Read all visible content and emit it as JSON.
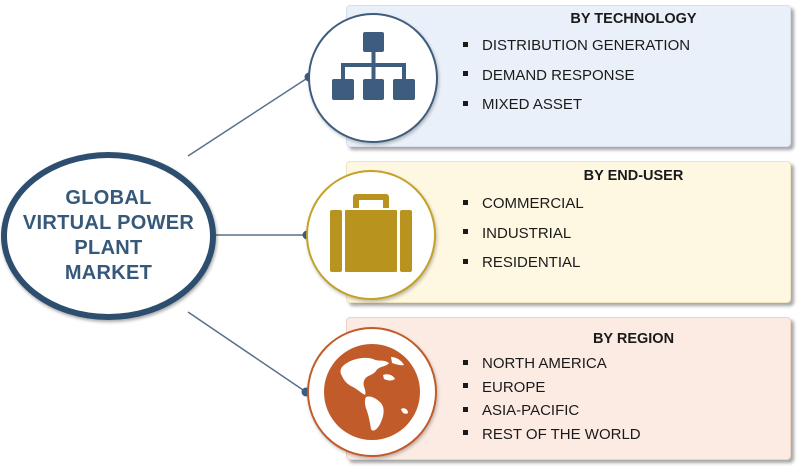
{
  "hub": {
    "title_lines": [
      "GLOBAL",
      "VIRTUAL  POWER",
      "PLANT",
      "MARKET"
    ]
  },
  "segments": [
    {
      "title": "BY TECHNOLOGY",
      "icon": "hierarchy-icon",
      "items": [
        "DISTRIBUTION  GENERATION",
        "DEMAND RESPONSE",
        "MIXED  ASSET"
      ]
    },
    {
      "title": "BY END-USER",
      "icon": "briefcase-icon",
      "items": [
        "COMMERCIAL",
        "INDUSTRIAL",
        "RESIDENTIAL"
      ]
    },
    {
      "title": "BY REGION",
      "icon": "globe-icon",
      "items": [
        "NORTH AMERICA",
        "EUROPE",
        "ASIA-PACIFIC",
        "REST OF THE WORLD"
      ]
    }
  ],
  "colors": {
    "hub_border": "#2e4e6f",
    "hub_text": "#365879",
    "technology_accent": "#3e5d7e",
    "end_user_accent": "#b8931e",
    "region_accent": "#c25b2a",
    "technology_panel": "#e9f0f9",
    "end_user_panel": "#fef7e1",
    "region_panel": "#fcebe3"
  }
}
